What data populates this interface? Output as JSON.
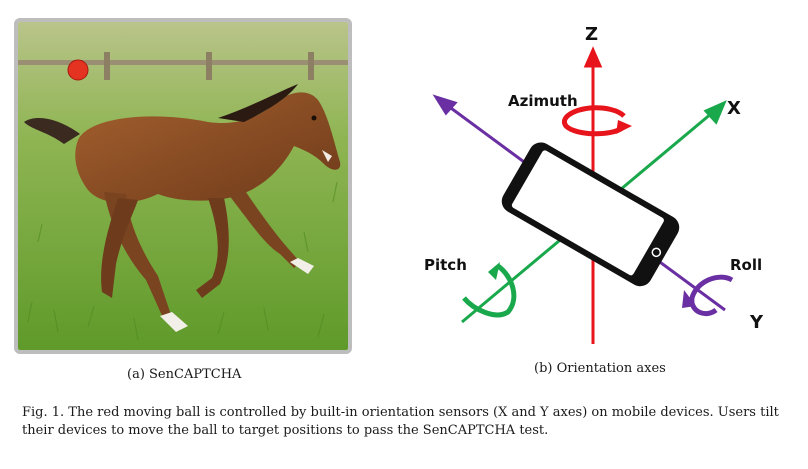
{
  "figure": {
    "subfig_a": {
      "caption": "(a) SenCAPTCHA"
    },
    "subfig_b": {
      "caption": "(b) Orientation axes",
      "labels": {
        "z": "Z",
        "x": "X",
        "y": "Y",
        "azimuth": "Azimuth",
        "pitch": "Pitch",
        "roll": "Roll"
      }
    },
    "caption": "Fig. 1.  The red moving ball is controlled by built-in orientation sensors (X and Y axes) on mobile devices. Users tilt their devices to move the ball to target positions to pass the SenCAPTCHA test."
  },
  "colors": {
    "z_axis": "#e8141b",
    "x_axis": "#19a84b",
    "y_axis": "#6a2fa2",
    "ball": "#e53322"
  }
}
